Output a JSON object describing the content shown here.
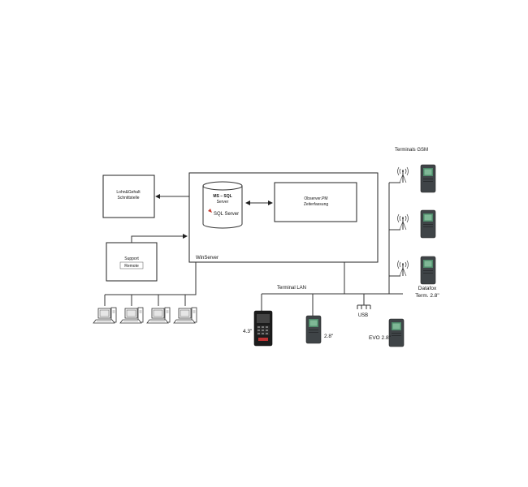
{
  "lohn": {
    "line1": "Lohn&Gehalt",
    "line2": "Schnittstelle"
  },
  "support": {
    "line1": "Support",
    "line2": "Remote"
  },
  "winserver": {
    "label": "WinServer"
  },
  "sql": {
    "line1": "MS – SQL",
    "line2": "Server",
    "logo": "SQL Server"
  },
  "observer": {
    "line1": "Observer.PM",
    "line2": "Zeiterfassung"
  },
  "terminal_lan": {
    "label": "Terminal LAN"
  },
  "usb": {
    "label": "USB"
  },
  "terminals_gsm": {
    "label": "Terminals GSM"
  },
  "datafox": {
    "line1": "Datafox",
    "line2": "Term. 2.8\""
  },
  "term43": {
    "label": "4.3\""
  },
  "term28": {
    "label": "2.8\""
  },
  "evo": {
    "label": "EVO 2.8\""
  },
  "icons": [
    "arrow-left-icon",
    "double-arrow-icon",
    "computer-icon",
    "antenna-icon",
    "terminal-icon",
    "usb-hub-icon"
  ]
}
